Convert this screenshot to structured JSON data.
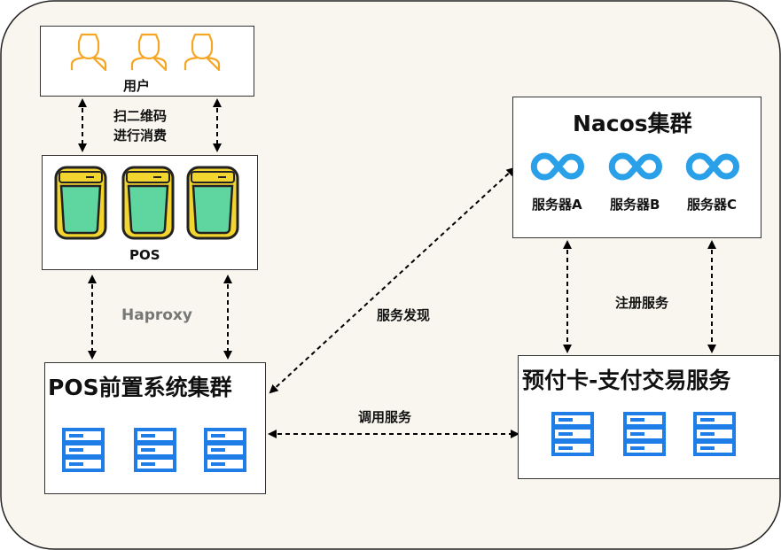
{
  "colors": {
    "background": "#f8f6ee",
    "user_icon": "#f5a623",
    "pos_terminal_body": "#f3d530",
    "pos_terminal_screen": "#5fd6a0",
    "server_icon": "#1e7de6",
    "nacos_icon": "#2aa0e8"
  },
  "users": {
    "label": "用户",
    "icons": [
      "user-icon",
      "user-icon",
      "user-icon"
    ]
  },
  "edge_user_pos": {
    "label_line1": "扫二维码",
    "label_line2": "进行消费"
  },
  "pos": {
    "label": "POS",
    "icons": [
      "pos-terminal-icon",
      "pos-terminal-icon",
      "pos-terminal-icon"
    ]
  },
  "edge_pos_front": {
    "label": "Haproxy"
  },
  "front": {
    "title": "POS前置系统集群",
    "icons": [
      "server-icon",
      "server-icon",
      "server-icon"
    ]
  },
  "nacos": {
    "title": "Nacos集群",
    "servers": [
      {
        "label": "服务器A",
        "icon": "nacos-icon"
      },
      {
        "label": "服务器B",
        "icon": "nacos-icon"
      },
      {
        "label": "服务器C",
        "icon": "nacos-icon"
      }
    ]
  },
  "edge_discovery": {
    "label": "服务发现"
  },
  "edge_register": {
    "label": "注册服务"
  },
  "edge_call": {
    "label": "调用服务"
  },
  "prepaid": {
    "title": "预付卡-支付交易服务",
    "icons": [
      "server-icon",
      "server-icon",
      "server-icon"
    ]
  }
}
